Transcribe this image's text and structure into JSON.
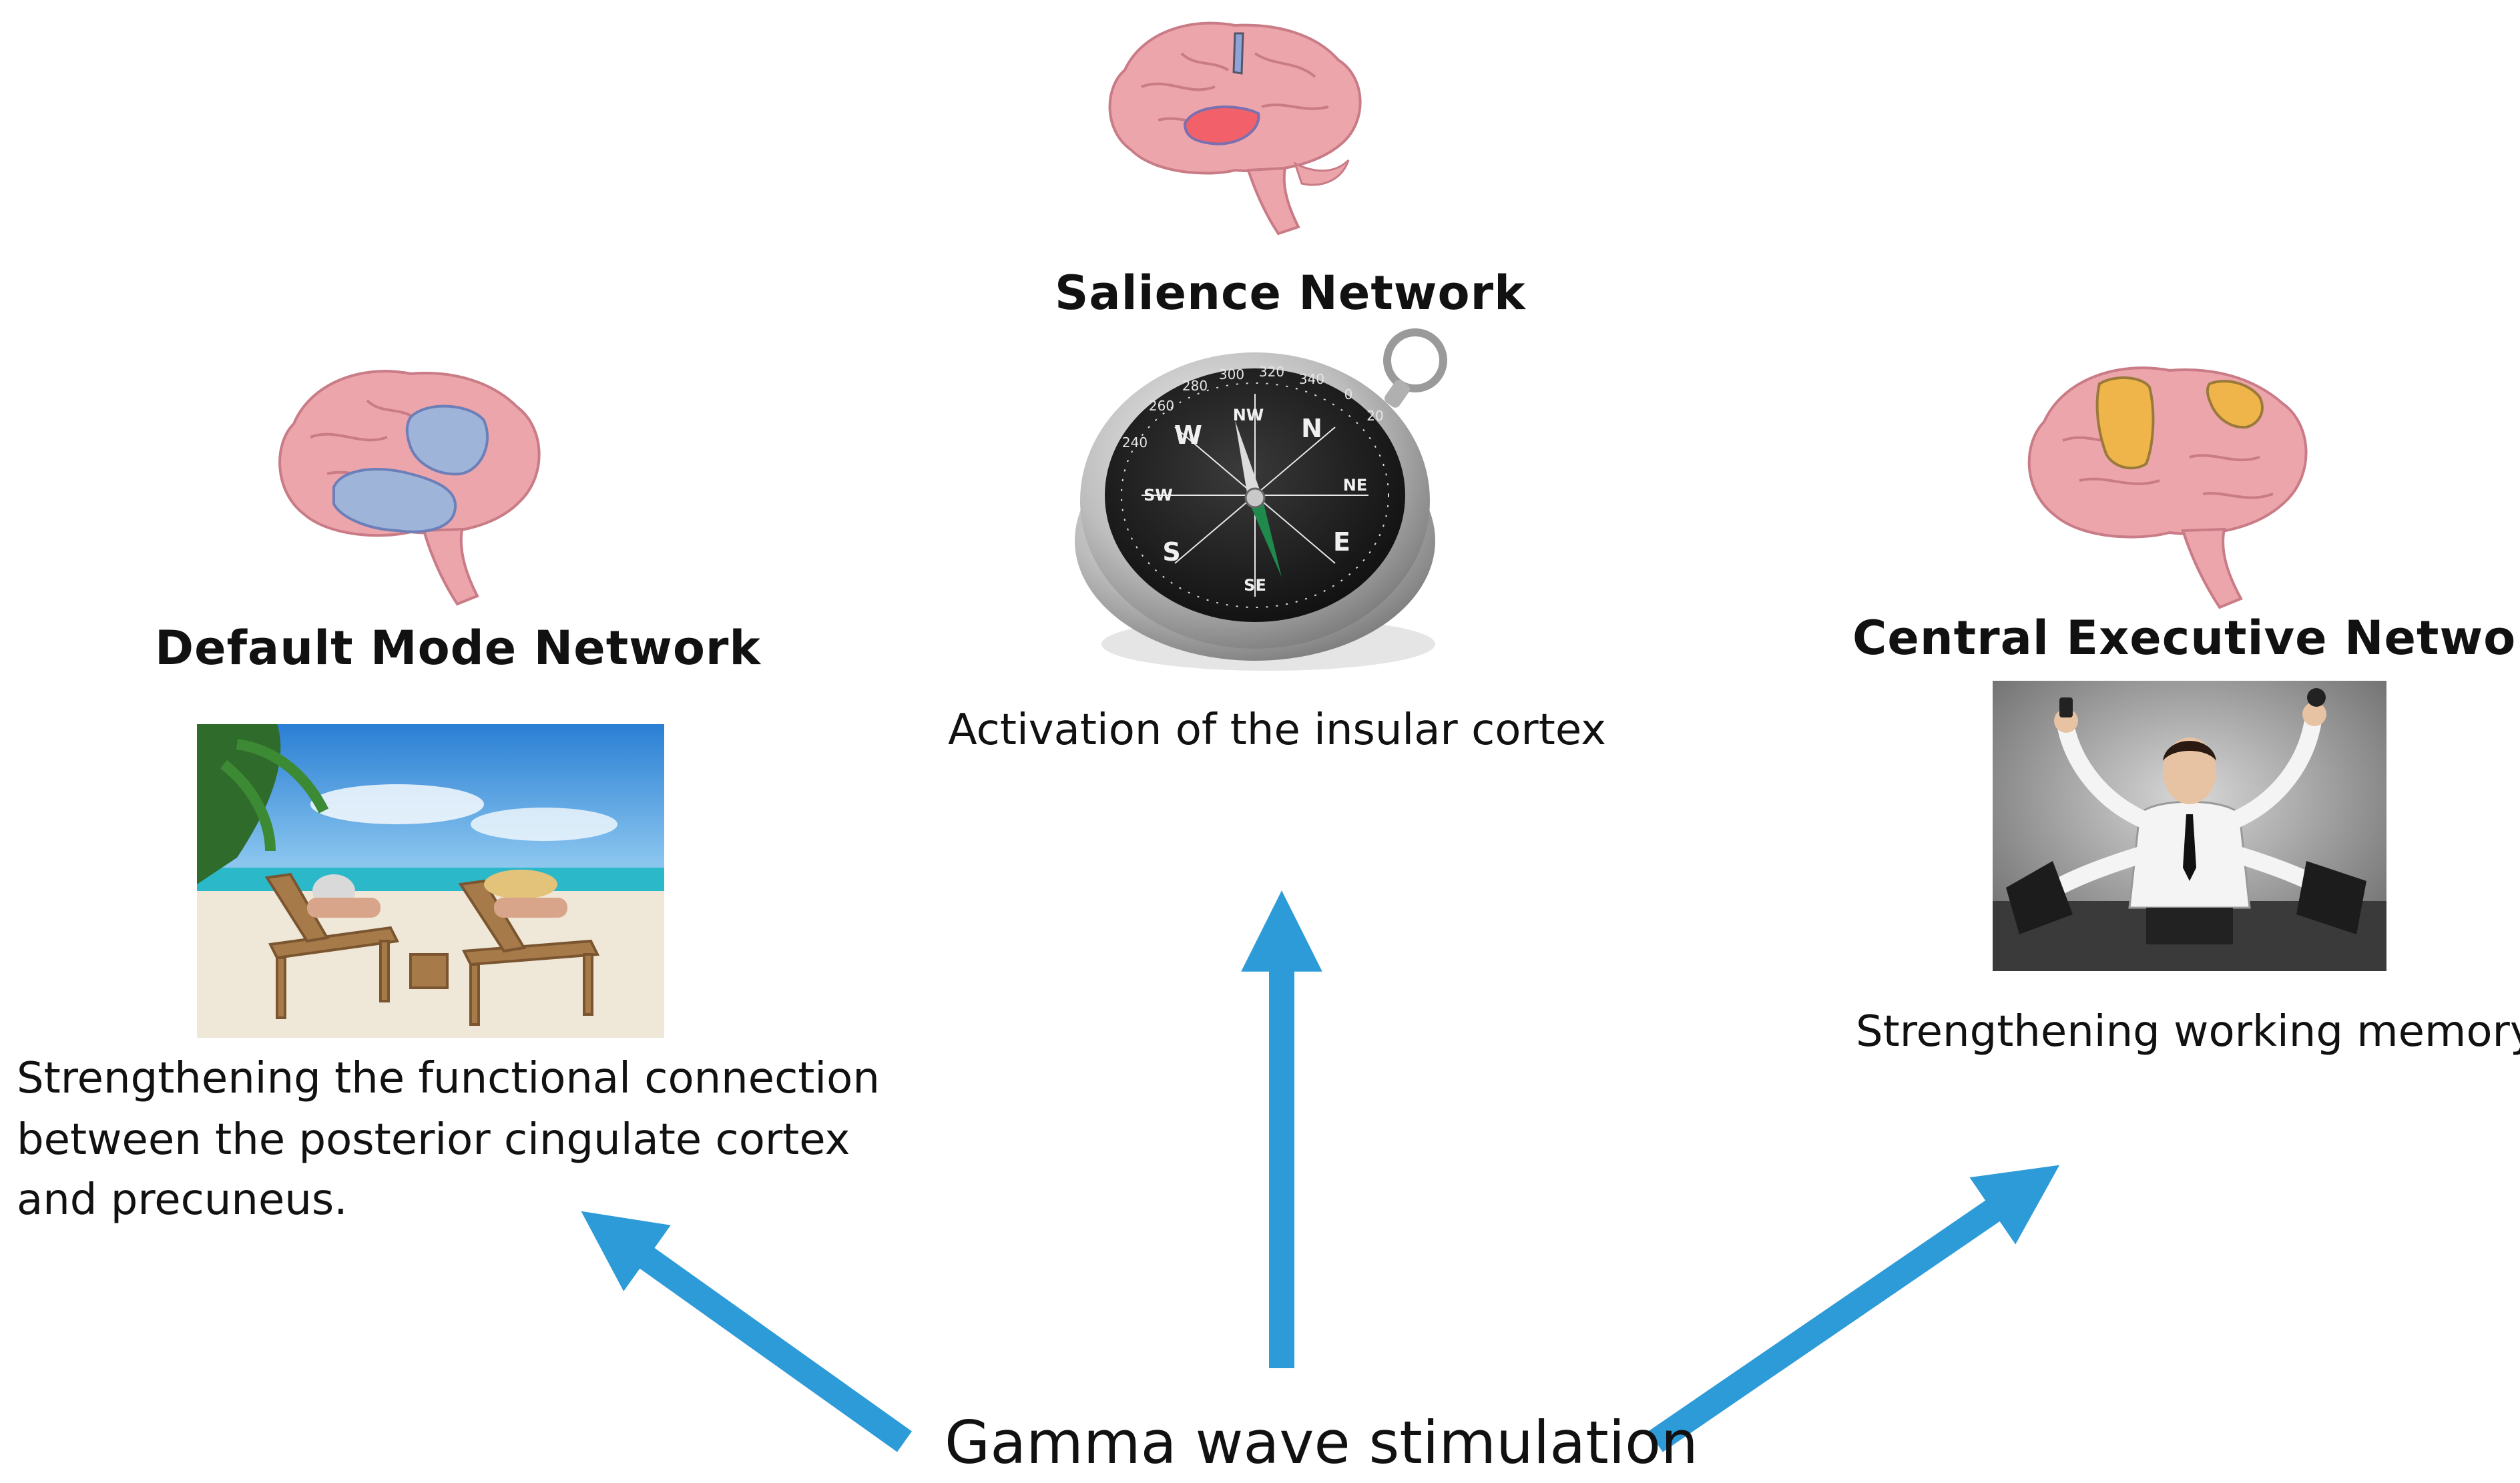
{
  "diagram": {
    "center": {
      "label": "Gamma wave stimulation"
    },
    "networks": {
      "salience": {
        "title": "Salience Network",
        "caption": "Activation of the insular cortex",
        "compass_labels": {
          "n": "N",
          "ne": "NE",
          "e": "E",
          "se": "SE",
          "s": "S",
          "sw": "SW",
          "w": "W",
          "nw": "NW"
        },
        "compass_ticks": [
          "260",
          "280",
          "300",
          "320",
          "340",
          "0",
          "20",
          "240"
        ]
      },
      "default_mode": {
        "title": "Default Mode Network",
        "caption_lines": [
          "Strengthening the functional connection",
          "between the posterior cingulate cortex",
          "and precuneus."
        ]
      },
      "central_executive": {
        "title": "Central Executive Network",
        "caption": "Strengthening working memory"
      }
    }
  },
  "colors": {
    "arrow": "#2E9BD9",
    "brain": "#EDA5AC",
    "brain_outline": "#C97B86",
    "dmn_region": "#9FB4D9",
    "salience_region": "#F2616A",
    "cen_region": "#F0B54A"
  }
}
